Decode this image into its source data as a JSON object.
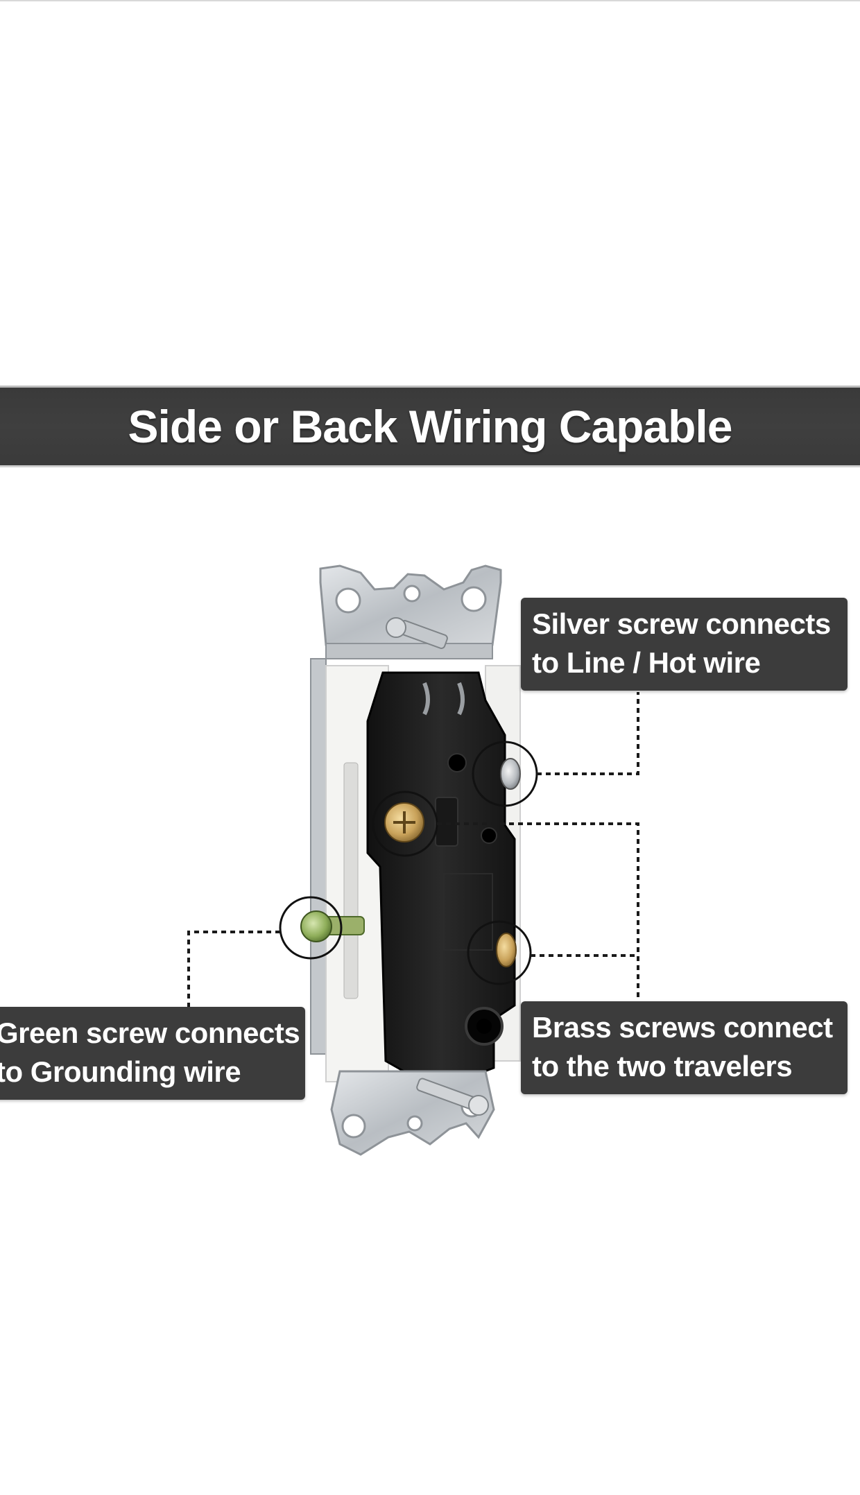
{
  "title": "Side or Back Wiring Capable",
  "callouts": {
    "silver": {
      "line1": "Silver screw connects",
      "line2": "to Line / Hot wire"
    },
    "brass": {
      "line1": "Brass screws connect",
      "line2": "to the two travelers"
    },
    "green": {
      "line1": "Green screw connects",
      "line2": "to Grounding wire"
    }
  },
  "colors": {
    "band": "#3c3c3c",
    "callout_bg": "#3c3c3c",
    "text": "#ffffff",
    "switch_body": "#1e1e1e",
    "strap": "#c9cdd1",
    "brass": "#c9a25a",
    "silver": "#c0c4c8",
    "green_screw": "#8fae5a"
  },
  "icons": {
    "device": "single-pole-switch-illustration",
    "highlight": "circle-highlight",
    "leader": "dashed-leader-line"
  }
}
